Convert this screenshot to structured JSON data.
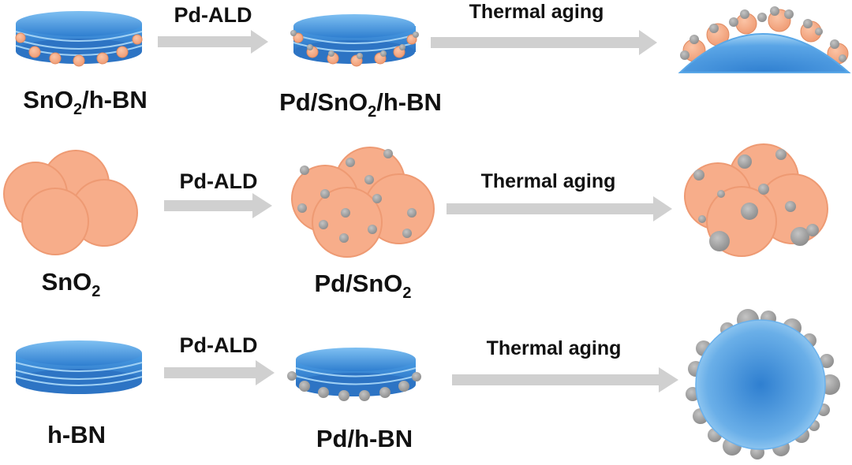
{
  "rows": [
    {
      "start_label": "SnO",
      "start_sub": "2",
      "start_suffix": "/h-BN",
      "step1": "Pd-ALD",
      "mid_label": "Pd/SnO",
      "mid_sub": "2",
      "mid_suffix": "/h-BN",
      "step2": "Thermal aging"
    },
    {
      "start_label": "SnO",
      "start_sub": "2",
      "step1": "Pd-ALD",
      "mid_label": "Pd/SnO",
      "mid_sub": "2",
      "step2": "Thermal aging"
    },
    {
      "start_label": "h-BN",
      "step1": "Pd-ALD",
      "mid_label": "Pd/h-BN",
      "step2": "Thermal aging"
    }
  ],
  "colors": {
    "hbn_blue": "#3f8fd6",
    "sno2_orange": "#f7ad8a",
    "pd_gray": "#9b9b9b",
    "arrow_gray": "#cfcfcf"
  }
}
